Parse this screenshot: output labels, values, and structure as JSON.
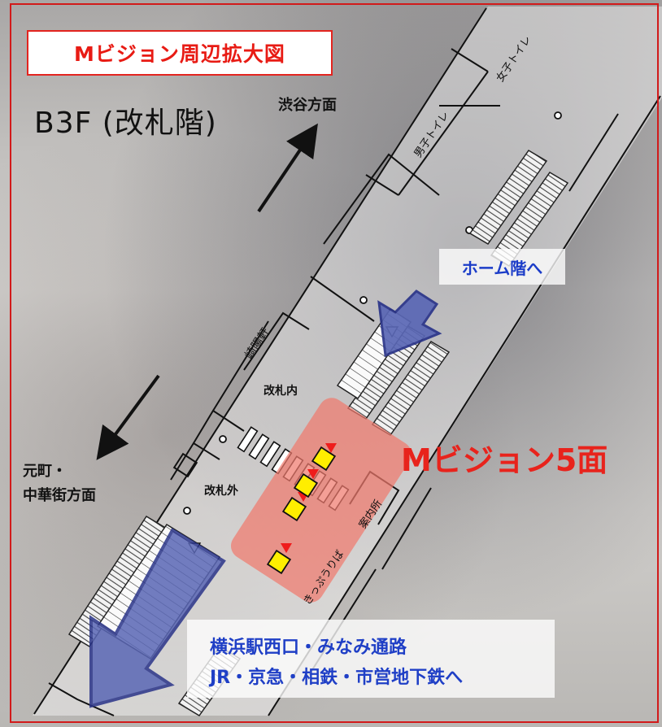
{
  "title": "Mビジョン周辺拡大図",
  "floor_label": "B3F (改札階)",
  "directions": {
    "shibuya": "渋谷方面",
    "motomachi_line1": "元町・",
    "motomachi_line2": "中華街方面",
    "to_platform": "ホーム階へ",
    "west_exit_line1": "横浜駅西口・みなみ通路",
    "west_exit_line2": "JR・京急・相鉄・市営地下鉄へ"
  },
  "areas": {
    "inside_gates": "改札内",
    "outside_gates": "改札外",
    "mens_toilet": "男子トイレ",
    "womens_toilet": "女子トイレ",
    "kiyoken": "崎陽軒",
    "info_center": "案内所",
    "ticket_office": "きっぷうりば"
  },
  "highlight_label": "Mビジョン5面",
  "screens_count": 5,
  "colors": {
    "title_red": "#e81b14",
    "frame_red": "#d21a1a",
    "direction_blue": "#1f3fc6",
    "arrow_fill": "#5a67b5",
    "highlight_zone": "#f07a6e",
    "screen_yellow": "#ffee00"
  }
}
